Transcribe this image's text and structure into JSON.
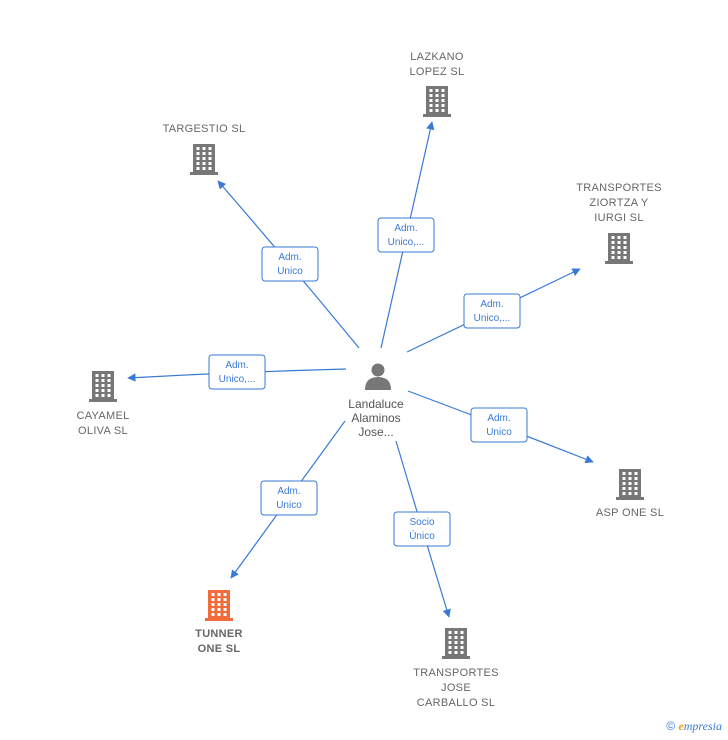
{
  "center": {
    "label_lines": [
      "Landaluce",
      "Alaminos",
      "Jose..."
    ],
    "icon": "person-icon"
  },
  "companies": [
    {
      "id": "lazkano",
      "label_lines": [
        "LAZKANO",
        "LOPEZ SL"
      ],
      "icon": "building-icon",
      "color": "#777777",
      "highlight": false
    },
    {
      "id": "targestio",
      "label_lines": [
        "TARGESTIO  SL"
      ],
      "icon": "building-icon",
      "color": "#777777",
      "highlight": false
    },
    {
      "id": "transportes-ziortza",
      "label_lines": [
        "TRANSPORTES",
        "ZIORTZA Y",
        "IURGI SL"
      ],
      "icon": "building-icon",
      "color": "#777777",
      "highlight": false
    },
    {
      "id": "cayamel",
      "label_lines": [
        "CAYAMEL",
        "OLIVA  SL"
      ],
      "icon": "building-icon",
      "color": "#777777",
      "highlight": false
    },
    {
      "id": "asp-one",
      "label_lines": [
        "ASP ONE  SL"
      ],
      "icon": "building-icon",
      "color": "#777777",
      "highlight": false
    },
    {
      "id": "tunner-one",
      "label_lines": [
        "TUNNER",
        "ONE  SL"
      ],
      "icon": "building-icon",
      "color": "#f26b3a",
      "highlight": true
    },
    {
      "id": "transportes-jose",
      "label_lines": [
        "TRANSPORTES",
        "JOSE",
        "CARBALLO  SL"
      ],
      "icon": "building-icon",
      "color": "#777777",
      "highlight": false
    }
  ],
  "edges": [
    {
      "to": "lazkano",
      "label_lines": [
        "Adm.",
        "Unico,..."
      ]
    },
    {
      "to": "targestio",
      "label_lines": [
        "Adm.",
        "Unico"
      ]
    },
    {
      "to": "transportes-ziortza",
      "label_lines": [
        "Adm.",
        "Unico,..."
      ]
    },
    {
      "to": "cayamel",
      "label_lines": [
        "Adm.",
        "Unico,..."
      ]
    },
    {
      "to": "asp-one",
      "label_lines": [
        "Adm.",
        "Unico"
      ]
    },
    {
      "to": "tunner-one",
      "label_lines": [
        "Adm.",
        "Unico"
      ]
    },
    {
      "to": "transportes-jose",
      "label_lines": [
        "Socio",
        "Único"
      ]
    }
  ],
  "colors": {
    "edge": "#3a7ad6",
    "node": "#777777",
    "highlight": "#f26b3a"
  },
  "footer": {
    "copyright": "©",
    "brand_e": "e",
    "brand_rest": "mpresia"
  }
}
